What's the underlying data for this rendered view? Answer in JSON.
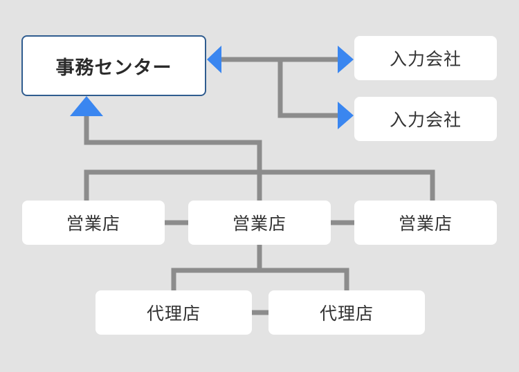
{
  "diagram": {
    "colors": {
      "background": "#e3e3e3",
      "node_fill": "#ffffff",
      "hub_border": "#2f5c8f",
      "connector": "#8c8c8c",
      "arrow": "#3a86f0",
      "text": "#333333"
    },
    "nodes": {
      "center": "事務センター",
      "input_company_1": "入力会社",
      "input_company_2": "入力会社",
      "sales_office_left": "営業店",
      "sales_office_middle": "営業店",
      "sales_office_right": "営業店",
      "agency_left": "代理店",
      "agency_right": "代理店"
    },
    "connections": [
      {
        "from": "center",
        "to": "input_company_1",
        "arrows": "both"
      },
      {
        "from": "center",
        "to": "input_company_2",
        "arrows": "both"
      },
      {
        "from": "sales_office_middle",
        "to": "center",
        "arrows": "end"
      },
      {
        "from": "sales_office_middle",
        "to": "sales_office_left",
        "arrows": "none"
      },
      {
        "from": "sales_office_middle",
        "to": "sales_office_right",
        "arrows": "none"
      },
      {
        "from": "sales_office_left",
        "to": "sales_office_middle",
        "arrows": "none"
      },
      {
        "from": "sales_office_middle",
        "to": "sales_office_right",
        "arrows": "none"
      },
      {
        "from": "sales_office_middle",
        "to": "agency_left",
        "arrows": "none"
      },
      {
        "from": "sales_office_middle",
        "to": "agency_right",
        "arrows": "none"
      },
      {
        "from": "agency_left",
        "to": "agency_right",
        "arrows": "none"
      }
    ]
  }
}
